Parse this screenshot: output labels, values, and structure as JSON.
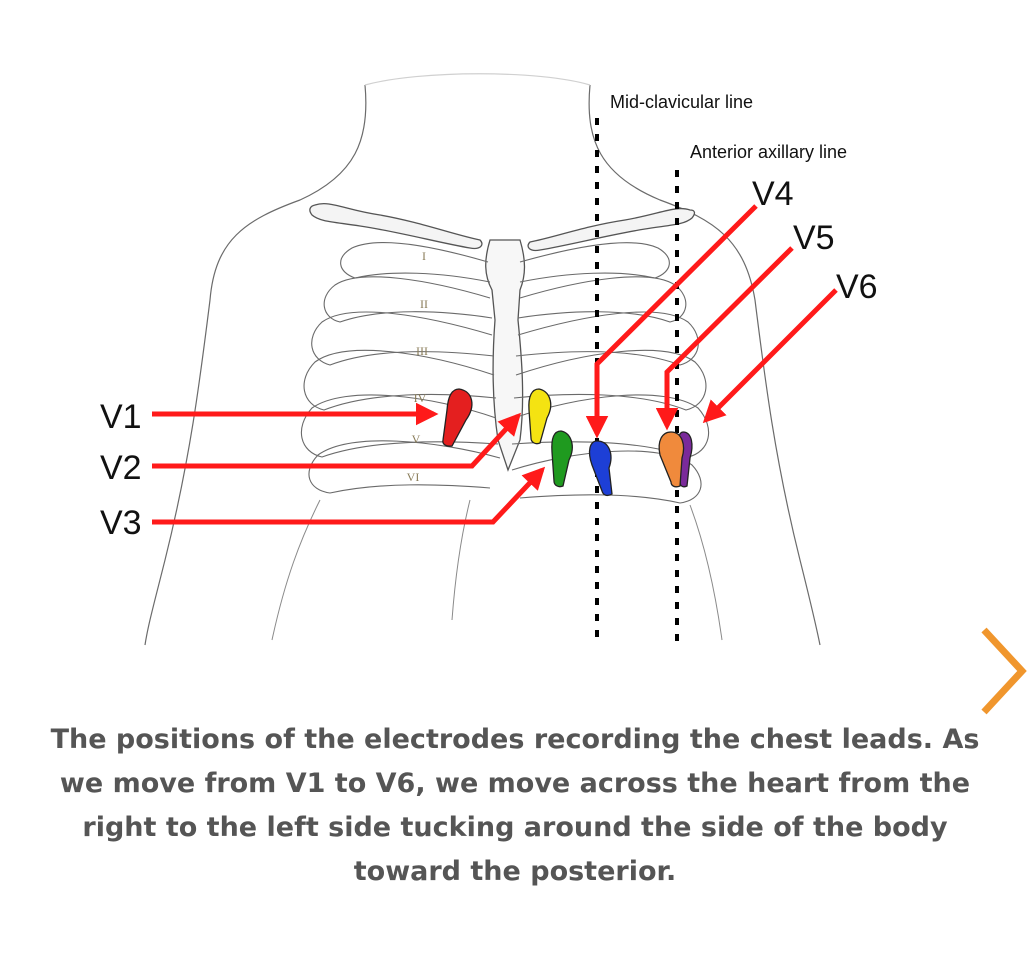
{
  "figure": {
    "lines": {
      "mid_clavicular": "Mid-clavicular line",
      "anterior_axillary": "Anterior axillary line"
    },
    "leads": {
      "v1": "V1",
      "v2": "V2",
      "v3": "V3",
      "v4": "V4",
      "v5": "V5",
      "v6": "V6"
    },
    "ribs": [
      "I",
      "II",
      "III",
      "IV",
      "V",
      "VI"
    ],
    "electrode_colors": {
      "v1": "#e41f1f",
      "v2": "#f4e312",
      "v3": "#1f9a1f",
      "v4": "#1d3fd6",
      "v5": "#f08a3c",
      "v6": "#7a2a9a"
    },
    "arrow_color": "#ff1a1a"
  },
  "navigation": {
    "next_icon": "chevron-right-icon",
    "accent_color": "#f0962d"
  },
  "caption": "The positions of the electrodes recording the chest leads. As we move from V1 to V6, we move across the heart from the right to the left side tucking around the side of the body toward the posterior."
}
